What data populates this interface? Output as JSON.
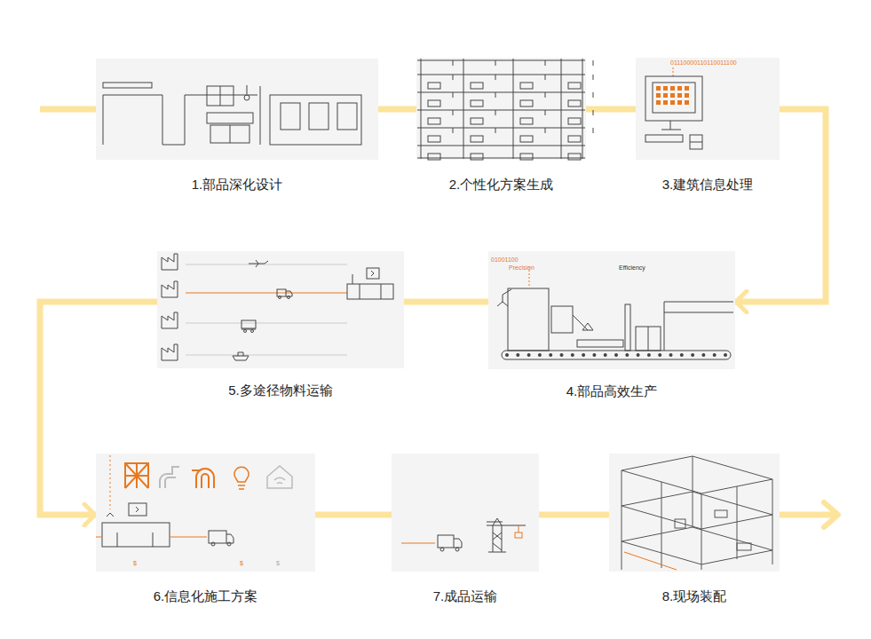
{
  "diagram": {
    "nodes": [
      {
        "text": [
          "1.部品深化设计"
        ]
      },
      {
        "text": [
          "2.个性化方案生成"
        ]
      },
      {
        "text": [
          "3.建筑信息处理"
        ]
      },
      {
        "text": [
          "4.部品高效生产"
        ]
      },
      {
        "text": [
          "5.多途径物料运输"
        ]
      },
      {
        "text": [
          "6.信息化施工方案"
        ]
      },
      {
        "text": [
          "7.成品运输"
        ]
      },
      {
        "text": [
          "8.现场装配"
        ]
      }
    ],
    "edges": [
      {
        "from": 0,
        "to": 1,
        "arrow": "none"
      },
      {
        "from": 1,
        "to": 2,
        "arrow": "none"
      },
      {
        "from": 2,
        "to": 3,
        "arrow": "to"
      },
      {
        "from": 3,
        "to": 4,
        "arrow": "none"
      },
      {
        "from": 4,
        "to": 5,
        "arrow": "to"
      },
      {
        "from": 5,
        "to": 6,
        "arrow": "none"
      },
      {
        "from": 6,
        "to": 7,
        "arrow": "none"
      }
    ],
    "labels": [
      "01110000110110011100",
      "01001100",
      "Precision",
      "Efficiency",
      "$",
      "$",
      "$"
    ]
  }
}
